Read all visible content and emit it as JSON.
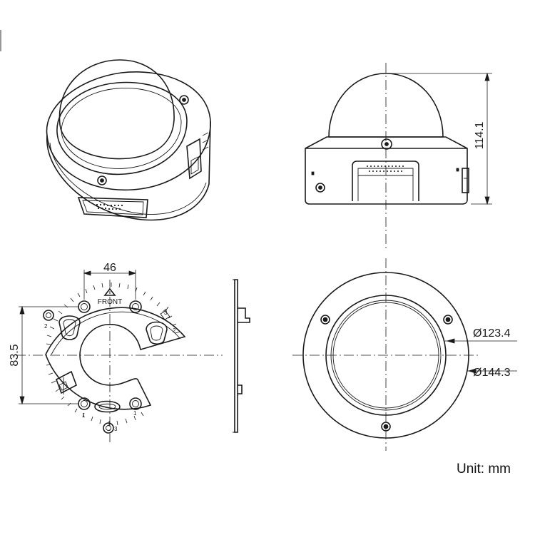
{
  "dimensions": {
    "height": "114.1",
    "hole_spacing": "46",
    "mount_height": "83.5",
    "inner_diameter": "Ø123.4",
    "outer_diameter": "Ø144.3"
  },
  "labels": {
    "front": "FRONT",
    "hole1_a": "1",
    "hole1_b": "1",
    "hole2_a": "2",
    "hole2_b": "2",
    "hole3": "3",
    "hole3_b": "3"
  },
  "unit_label": "Unit: mm"
}
